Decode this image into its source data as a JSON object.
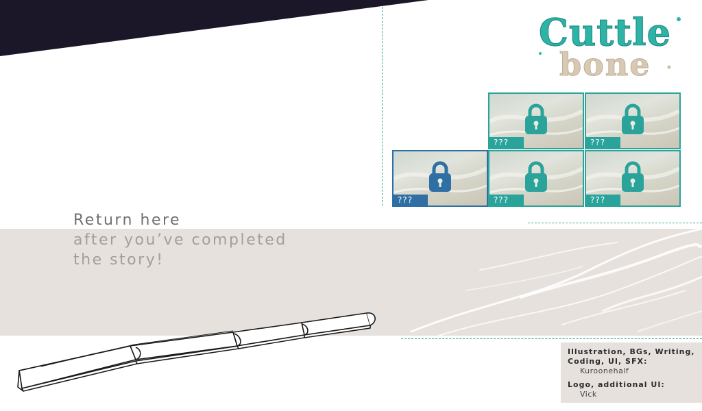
{
  "logo": {
    "line1": "Cuttle",
    "line2": "bone"
  },
  "gallery": {
    "items": [
      {
        "label": "???",
        "locked": true,
        "selected": false
      },
      {
        "label": "???",
        "locked": true,
        "selected": false
      },
      {
        "label": "???",
        "locked": true,
        "selected": true
      },
      {
        "label": "???",
        "locked": true,
        "selected": false
      },
      {
        "label": "???",
        "locked": true,
        "selected": false
      }
    ]
  },
  "message": {
    "line1": "Return here",
    "line2": "after you’ve completed",
    "line3": "the story!"
  },
  "credits": {
    "role1": "Illustration, BGs, Writing, Coding, UI, SFX:",
    "name1": "Kuroonehalf",
    "role2": "Logo, additional UI:",
    "name2": "Vick"
  },
  "colors": {
    "accent": "#2aa39b",
    "selected": "#2f6fa3",
    "dark": "#1b1728",
    "sand": "#e6e1dd"
  }
}
